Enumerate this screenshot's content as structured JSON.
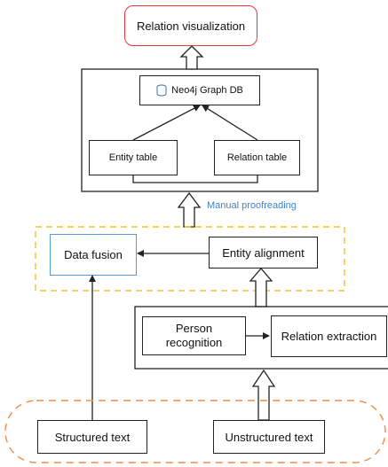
{
  "diagram": {
    "relation_visualization": "Relation visualization",
    "neo4j_db": "Neo4j Graph DB",
    "entity_table": "Entity table",
    "relation_table": "Relation table",
    "manual_proofreading": "Manual proofreading",
    "data_fusion": "Data fusion",
    "entity_alignment": "Entity alignment",
    "person_recognition": "Person recognition",
    "relation_extraction": "Relation extraction",
    "structured_text": "Structured text",
    "unstructured_text": "Unstructured text"
  },
  "colors": {
    "relation_visualization_border": "#e03a3a",
    "fusion_group_border": "#f2c02e",
    "data_fusion_border": "#5b9bd5",
    "manual_proofreading_text": "#3c84c8",
    "input_group_border": "#f08a4b",
    "line": "#222222"
  }
}
